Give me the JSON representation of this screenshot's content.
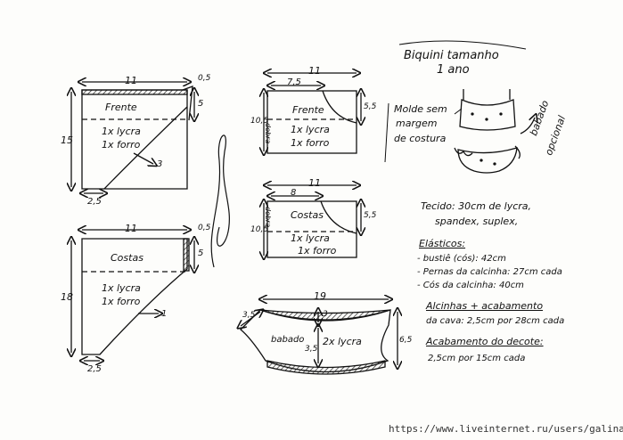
{
  "title": {
    "line1": "Biquini tamanho",
    "line2": "1 ano"
  },
  "mold_note": {
    "line1": "Molde sem",
    "line2": "margem",
    "line3": "de costura"
  },
  "babado_note": {
    "line1": "babado",
    "line2": "opcional"
  },
  "pieces": {
    "frente_big": {
      "name": "Frente",
      "line1": "1x lycra",
      "line2": "1x forro",
      "width": "11",
      "height": "15",
      "top_right": "0,5",
      "side": "5",
      "bottom": "2,5",
      "mark": "3"
    },
    "costas_big": {
      "name": "Costas",
      "line1": "1x lycra",
      "line2": "1x forro",
      "width": "11",
      "height": "18",
      "top_right": "0,5",
      "side": "5",
      "bottom": "2,5",
      "mark": "1"
    },
    "frente_top": {
      "name": "Frente",
      "line1": "1x lycra",
      "line2": "1x forro",
      "width": "11",
      "inner": "7,5",
      "height": "10,5",
      "side": "5,5",
      "fold": "dobra"
    },
    "costas_top": {
      "name": "Costas",
      "line1": "1x lycra",
      "line2": "1x forro",
      "width": "11",
      "inner": "8",
      "height": "10,5",
      "side": "5,5",
      "fold": "dobra"
    },
    "babado": {
      "name": "babado",
      "line1": "2x lycra",
      "width": "19",
      "left": "3,5",
      "top": "3",
      "mid": "3,5",
      "right": "6,5"
    }
  },
  "materials": {
    "tecido": "Tecido: 30cm de lycra,",
    "tecido2": "spandex, suplex,",
    "elasticos": "Elásticos:",
    "e1": "- bustiê (cós): 42cm",
    "e2": "- Pernas da calcinha: 27cm cada",
    "e3": "- Cós da calcinha: 40cm",
    "alcinhas1": "Alcinhas + acabamento",
    "alcinhas2": "da cava: 2,5cm por 28cm cada",
    "decote1": "Acabamento do decote:",
    "decote2": "2,5cm por 15cm cada"
  },
  "watermark": "https://www.liveinternet.ru/users/galina_o/"
}
